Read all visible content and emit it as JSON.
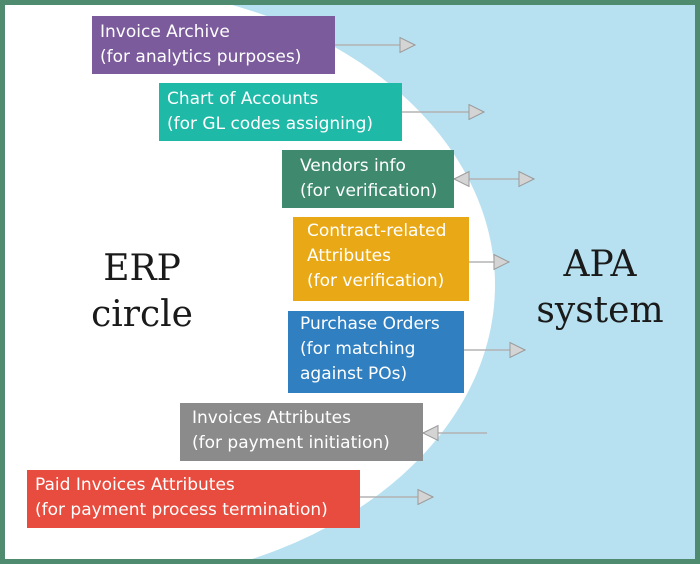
{
  "erp": {
    "line1": "ERP",
    "line2": "circle"
  },
  "apa": {
    "line1": "APA",
    "line2": "system"
  },
  "colors": {
    "border": "#4e8b6f",
    "apa_background": "#b7e1f0",
    "erp_background": "#ffffff",
    "arrow": "#b3b3b3"
  },
  "flows": [
    {
      "lines": [
        "Invoice Archive",
        "(for analytics purposes)"
      ],
      "color": "#7b5b9c",
      "direction": "to-apa"
    },
    {
      "lines": [
        "Chart of Accounts",
        "(for GL codes assigning)"
      ],
      "color": "#1fb9a8",
      "direction": "to-apa"
    },
    {
      "lines": [
        "Vendors info",
        "(for verification)"
      ],
      "color": "#3f8a6f",
      "direction": "both"
    },
    {
      "lines": [
        "Contract-related",
        "Attributes",
        "(for verification)"
      ],
      "color": "#e9a916",
      "direction": "to-apa"
    },
    {
      "lines": [
        "Purchase Orders",
        "(for matching",
        "against POs)"
      ],
      "color": "#2f7fc1",
      "direction": "to-apa"
    },
    {
      "lines": [
        "Invoices Attributes",
        "(for payment initiation)"
      ],
      "color": "#8b8b8b",
      "direction": "to-erp"
    },
    {
      "lines": [
        "Paid Invoices Attributes",
        "(for payment process termination)"
      ],
      "color": "#e74c3f",
      "direction": "to-apa"
    }
  ]
}
